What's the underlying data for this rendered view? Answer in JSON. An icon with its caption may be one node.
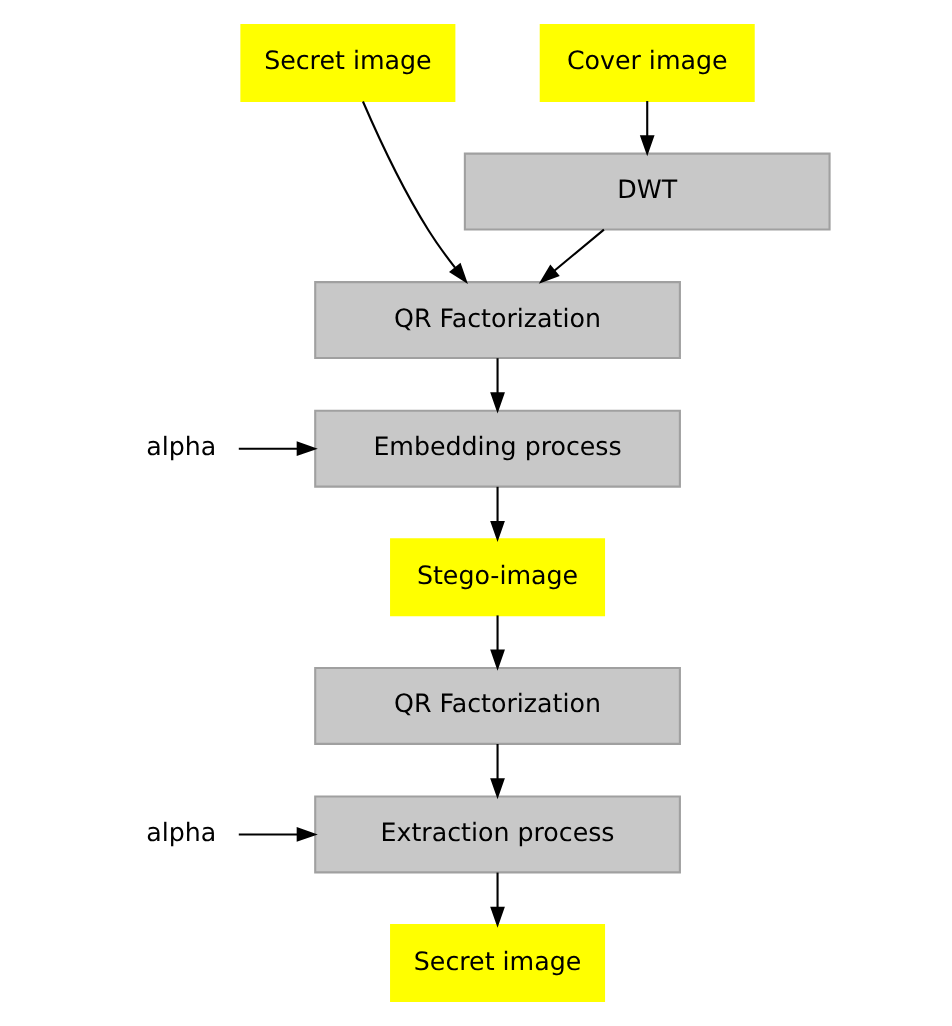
{
  "diagram": {
    "nodes": [
      {
        "text": [
          "Secret image"
        ]
      },
      {
        "text": [
          "Cover image"
        ]
      },
      {
        "text": [
          "DWT"
        ]
      },
      {
        "text": [
          "QR Factorization"
        ]
      },
      {
        "text": [
          "alpha"
        ]
      },
      {
        "text": [
          "Embedding process"
        ]
      },
      {
        "text": [
          "Stego-image"
        ]
      },
      {
        "text": [
          "QR Factorization"
        ]
      },
      {
        "text": [
          "alpha"
        ]
      },
      {
        "text": [
          "Extraction process"
        ]
      },
      {
        "text": [
          "Secret image"
        ]
      }
    ],
    "edges": [
      {
        "from": 0,
        "to": 3,
        "arrow": "to"
      },
      {
        "from": 1,
        "to": 2,
        "arrow": "to"
      },
      {
        "from": 2,
        "to": 3,
        "arrow": "to"
      },
      {
        "from": 3,
        "to": 5,
        "arrow": "to"
      },
      {
        "from": 4,
        "to": 5,
        "arrow": "to"
      },
      {
        "from": 5,
        "to": 6,
        "arrow": "to"
      },
      {
        "from": 6,
        "to": 7,
        "arrow": "to"
      },
      {
        "from": 7,
        "to": 9,
        "arrow": "to"
      },
      {
        "from": 8,
        "to": 9,
        "arrow": "to"
      },
      {
        "from": 9,
        "to": 10,
        "arrow": "to"
      }
    ]
  }
}
